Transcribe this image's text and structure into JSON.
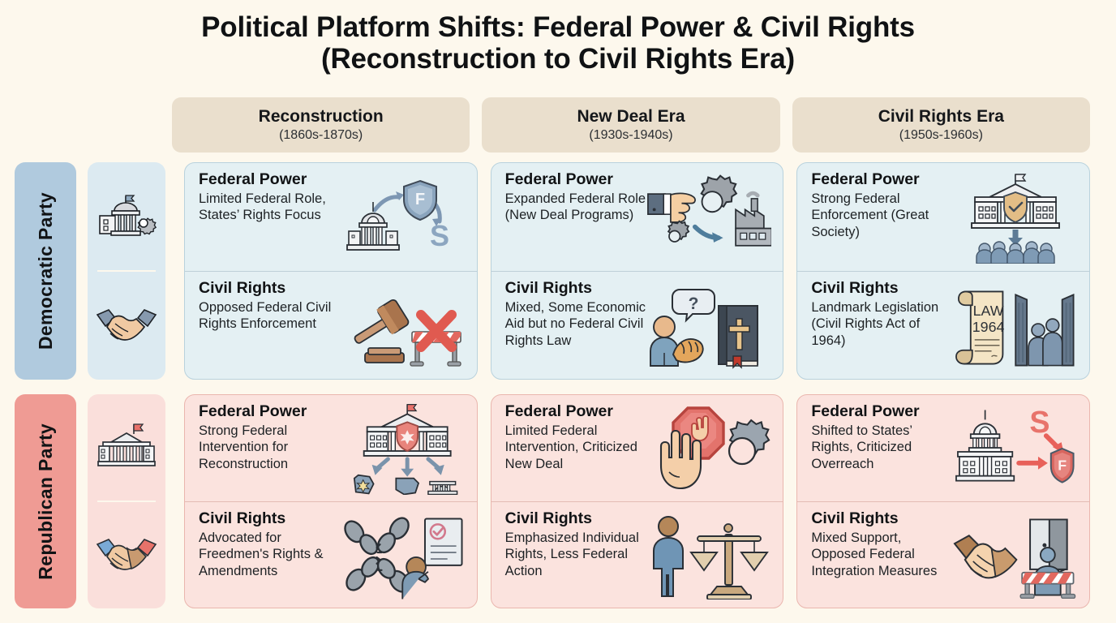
{
  "title": {
    "line1": "Political Platform Shifts: Federal Power & Civil Rights",
    "line2": "(Reconstruction to Civil Rights Era)"
  },
  "colors": {
    "background": "#FDF8ED",
    "header_box": "#EADFCD",
    "democratic_label": "#B0CADE",
    "democratic_card": "#E4F0F3",
    "republican_label": "#EF9B94",
    "republican_card": "#FBE3DE",
    "text": "#111315"
  },
  "eras": [
    {
      "name": "Reconstruction",
      "years": "(1860s-1870s)"
    },
    {
      "name": "New Deal Era",
      "years": "(1930s-1940s)"
    },
    {
      "name": "Civil Rights Era",
      "years": "(1950s-1960s)"
    }
  ],
  "parties": [
    {
      "label": "Democratic Party",
      "row_icons": [
        "capitol-gear-icon",
        "handshake-blue-icon"
      ],
      "cells": [
        {
          "federal_power": {
            "heading": "Federal Power",
            "body": "Limited Federal Role, States’ Rights Focus",
            "icon": "capitol-federal-to-states-icon"
          },
          "civil_rights": {
            "heading": "Civil Rights",
            "body": "Opposed Federal Civil Rights Enforcement",
            "icon": "gavel-barrier-x-icon"
          }
        },
        {
          "federal_power": {
            "heading": "Federal Power",
            "body": "Expanded Federal Role (New Deal Programs)",
            "icon": "hand-gear-factory-icon"
          },
          "civil_rights": {
            "heading": "Civil Rights",
            "body": "Mixed, Some Economic Aid but no Federal Civil Rights Law",
            "icon": "person-bread-question-bible-icon"
          }
        },
        {
          "federal_power": {
            "heading": "Federal Power",
            "body": "Strong Federal Enforcement (Great Society)",
            "icon": "government-shield-crowd-icon"
          },
          "civil_rights": {
            "heading": "Civil Rights",
            "body": "Landmark Legislation (Civil Rights Act of 1964)",
            "icon": "law-1964-scroll-open-gate-icon"
          }
        }
      ]
    },
    {
      "label": "Republican Party",
      "row_icons": [
        "courthouse-flag-icon",
        "handshake-red-blue-icon"
      ],
      "cells": [
        {
          "federal_power": {
            "heading": "Federal Power",
            "body": "Strong Federal Intervention for Reconstruction",
            "icon": "capitol-arrows-to-states-icon"
          },
          "civil_rights": {
            "heading": "Civil Rights",
            "body": "Advocated for Freedmen's Rights & Amendments",
            "icon": "broken-chains-document-icon"
          }
        },
        {
          "federal_power": {
            "heading": "Federal Power",
            "body": "Limited Federal Intervention, Criticized New Deal",
            "icon": "stop-hand-gear-icon"
          },
          "civil_rights": {
            "heading": "Civil Rights",
            "body": "Emphasized Individual Rights, Less Federal Action",
            "icon": "person-scales-icon"
          }
        },
        {
          "federal_power": {
            "heading": "Federal Power",
            "body": "Shifted to States’ Rights, Criticized Overreach",
            "icon": "capitol-states-to-federal-icon"
          },
          "civil_rights": {
            "heading": "Civil Rights",
            "body": "Mixed Support, Opposed Federal Integration Measures",
            "icon": "handshake-barrier-door-icon"
          }
        }
      ]
    }
  ],
  "icon_glyph_labels": {
    "federal_shield": "F",
    "states_letter": "S",
    "law_scroll_title": "LAW",
    "law_scroll_year": "1964"
  }
}
